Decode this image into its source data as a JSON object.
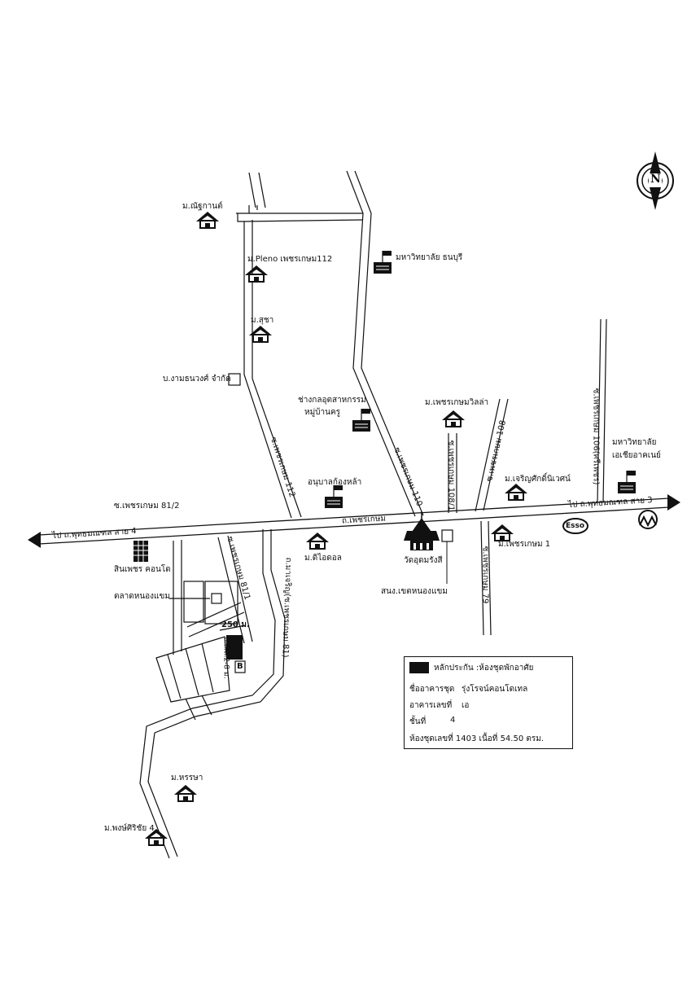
{
  "north_label": "N",
  "roads": {
    "main_road": "ถ.เพชรเกษม",
    "west_arrow": "ไป ถ.พุทธมณฑล สาย 4",
    "east_arrow": "ไป ถ.พุทธมณฑล สาย 3",
    "soi_112": "ซ.เพชรเกษม 112",
    "soi_110": "ซ.เพชรเกษม 110",
    "soi_108_1": "ซ.เพชรเกษม 108/1",
    "soi_108": "ซ.เพชรเกษม 108",
    "soi_106": "ซ.เพชรเกษม 106(ศรีเพชร)",
    "soi_81_2": "ซ.เพชรเกษม 81/2",
    "soi_81_1": "ซ.เพชรเกษม 81/1",
    "soi_81": "ถ.มาเจริญ(ซ.เพชรเกษม 81)",
    "soi_79": "ซ.เพชรเกษม 79",
    "soi_2_8": "ถ.ถ.ล.2-8 ม."
  },
  "places": {
    "m_chatkan": "ม.ณัฐกานต์",
    "m_pleno": "ม.Pleno  เพชรเกษม112",
    "u_thonburi": "มหาวิทยาลัย ธนบุรี",
    "m_sucha": "ม.สุชา",
    "company": "บ.งามธนวงศ์ จำกัด",
    "school_line1": "ช่างกลอุตสาหกรรม",
    "school_line2": "หมู่บ้านครู",
    "m_phet_villa": "ม.เพชรเกษมวิลล่า",
    "u_sea_line1": "มหาวิทยาลัย",
    "u_sea_line2": "เอเชียอาคเนย์",
    "kindergarten": "อนุบาลก้องหล้า",
    "m_charoen": "ม.เจริญศักดิ์นิเวศน์",
    "m_phet1": "ม.เพชรเกษม 1",
    "m_idol": "ม.ดิไอดอล",
    "wat": "วัดอุดมรังสี",
    "sinphet": "สินเพชร คอนโด",
    "market": "ตลาดหนองแขม",
    "district_office": "สนง.เขตหนองแขม",
    "m_hansa": "ม.หรรษา",
    "m_pongsiri": "ม.พงษ์ศิริชัย 4",
    "distance": "250 ม.",
    "b_tag": "B",
    "esso": "Esso"
  },
  "legend": {
    "title": "หลักประกัน :ห้องชุดพักอาศัย",
    "building_label": "ชื่ออาคารชุด",
    "building_value": "รุ่งโรจน์คอนโดเทล",
    "block_label": "อาคารเลขที่",
    "block_value": "เอ",
    "floor_label": "ชั้นที่",
    "floor_value": "4",
    "room_line": "ห้องชุดเลขที่   1403 เนื้อที่ 54.50 ตรม."
  },
  "colors": {
    "ink": "#111111",
    "paper": "#ffffff"
  }
}
